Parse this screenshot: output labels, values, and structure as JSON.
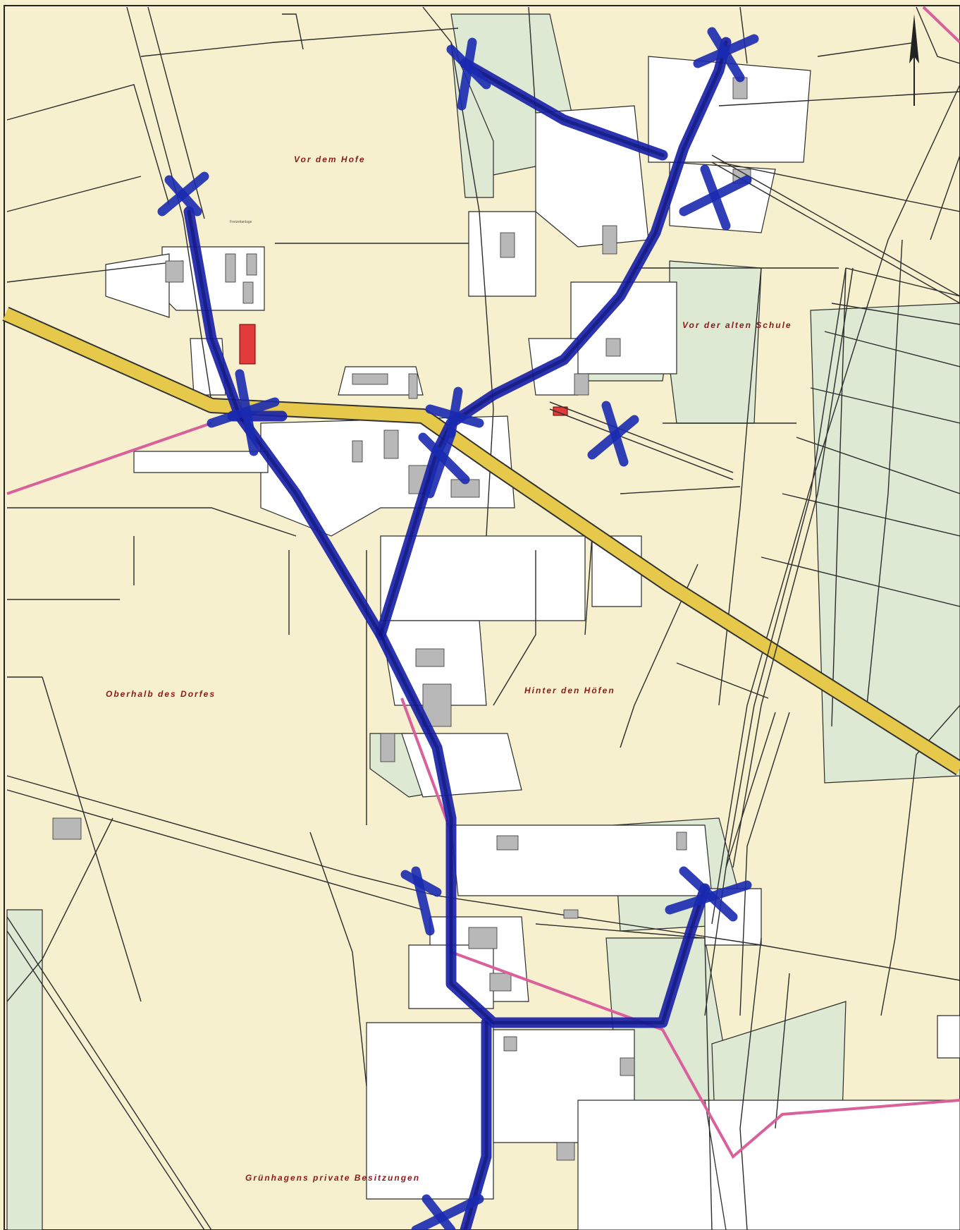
{
  "map": {
    "north_arrow": "north-arrow",
    "colors": {
      "background": "#f7f0cf",
      "meadow_green": "#dde9d2",
      "main_road": "#e6c94a",
      "route_blue": "#1a22a8",
      "boundary_pink": "#d9609a",
      "building_red": "#e23b3b"
    },
    "area_labels": [
      {
        "id": "vor-dem-hofe",
        "text": "Vor dem Hofe"
      },
      {
        "id": "vor-der-alten-schule",
        "text": "Vor der alten Schule"
      },
      {
        "id": "oberhalb-des-dorfes",
        "text": "Oberhalb des Dorfes"
      },
      {
        "id": "hinter-den-hoefen",
        "text": "Hinter den Höfen"
      },
      {
        "id": "gruenhagens-private",
        "text": "Grünhagens private Besitzungen"
      }
    ],
    "small_labels": [
      {
        "id": "freizeitanlage",
        "text": "Freizeitanlage"
      }
    ]
  }
}
